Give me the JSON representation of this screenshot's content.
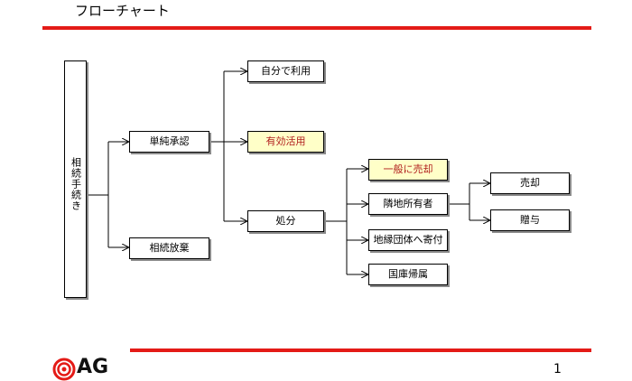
{
  "slide": {
    "title": "フローチャート",
    "page_number": "1",
    "brand": {
      "logo_text": "AG",
      "accent_color": "#e41b17"
    }
  },
  "flow": {
    "root": "相続手続き",
    "simple_approval": "単純承認",
    "own_use": "自分で利用",
    "effective_use": "有効活用",
    "disposal": "処分",
    "general_sale": "一般に売却",
    "neighbor_owner": "隣地所有者",
    "local_group_donation": "地縁団体へ寄付",
    "national_treasury": "国庫帰属",
    "sale": "売却",
    "gift": "贈与",
    "renunciation": "相続放棄"
  }
}
